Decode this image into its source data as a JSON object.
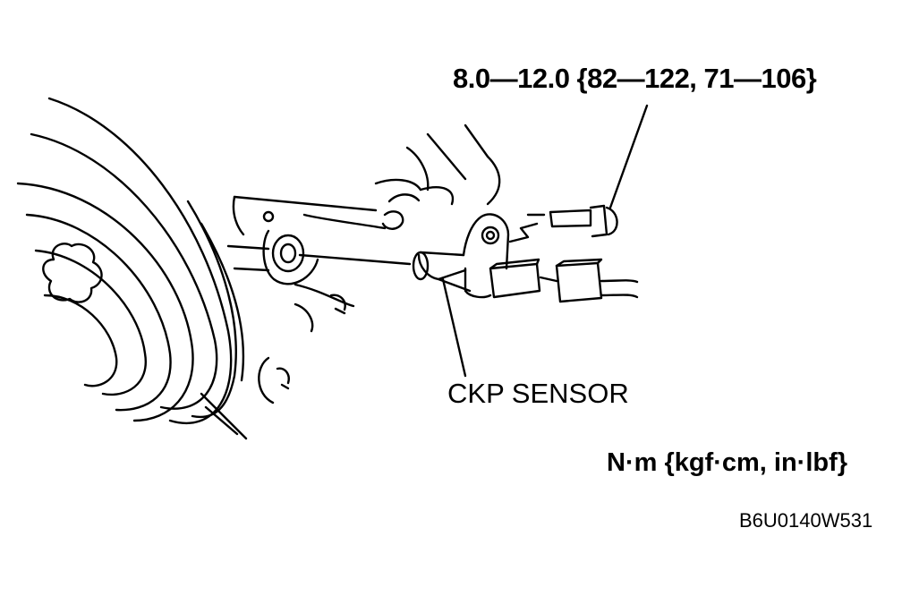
{
  "labels": {
    "torque_spec": "8.0—12.0 {82—122, 71—106}",
    "component": "CKP SENSOR",
    "units": "N·m {kgf·cm, in·lbf}",
    "figure_code": "B6U0140W531"
  },
  "colors": {
    "ink": "#000000",
    "paper": "#ffffff"
  }
}
